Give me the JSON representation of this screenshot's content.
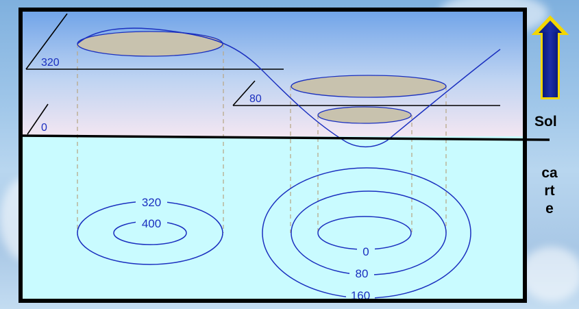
{
  "slice_labels": {
    "profile_320": "320",
    "profile_80": "80",
    "profile_0": "0"
  },
  "map_labels": {
    "left_outer": "320",
    "left_inner": "400",
    "right_inner": "0",
    "right_middle": "80",
    "right_outer": "160"
  },
  "side_labels": {
    "sol": "Sol",
    "carte": "carte"
  },
  "colors": {
    "sky_top": "#6fa3e8",
    "sky_bottom": "#f3e6f2",
    "map_background": "#c9fbff",
    "contour_line": "#1a2fbf",
    "slice_fill": "#c8c2ae",
    "frame": "#000000",
    "arrow": "#0a1a7a"
  },
  "icons": {
    "up_arrow": "up-arrow-icon"
  }
}
